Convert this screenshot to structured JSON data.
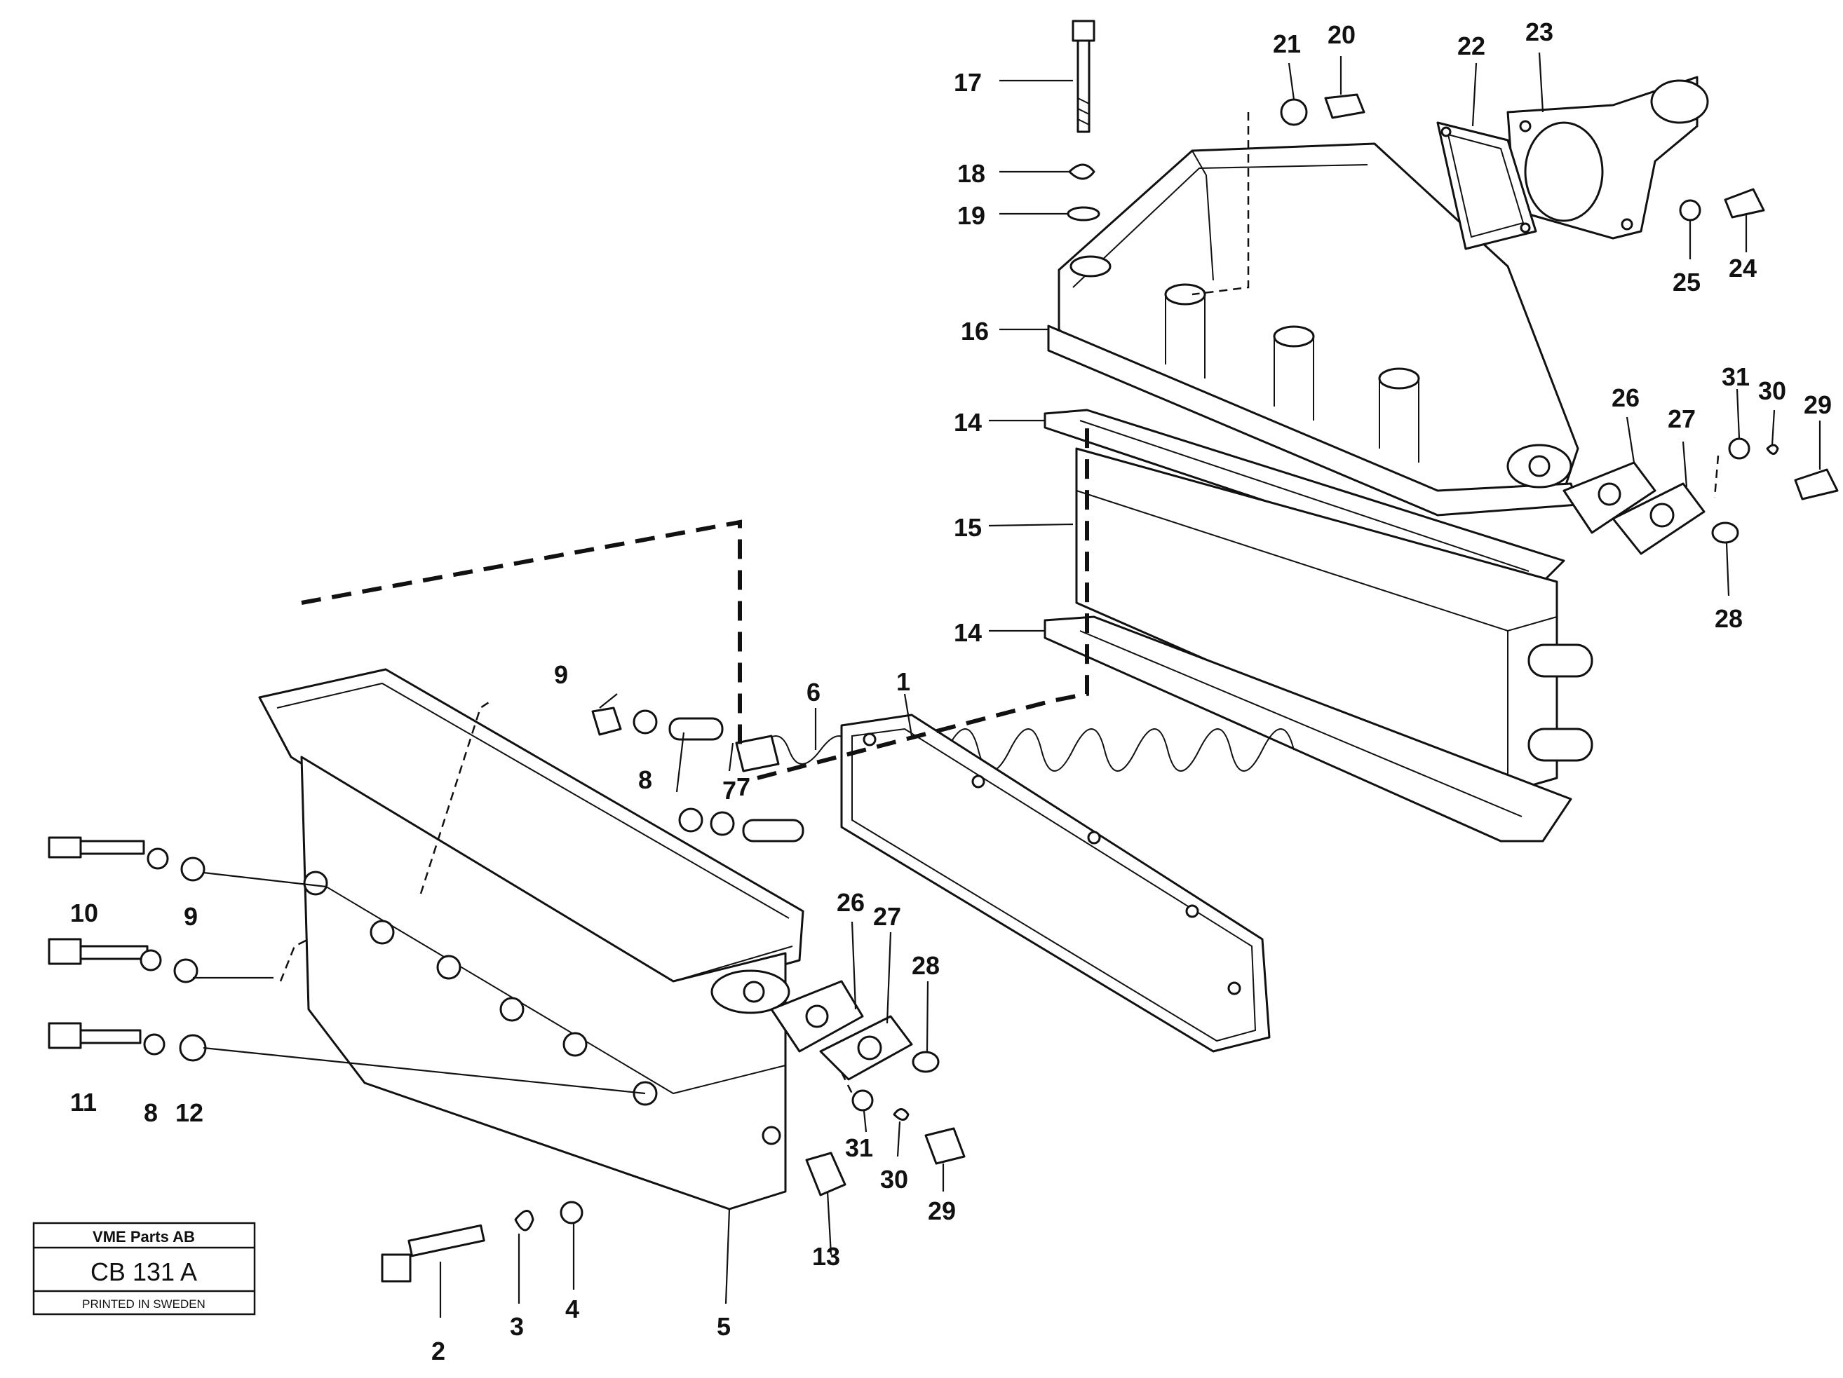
{
  "title_block": {
    "company": "VME Parts AB",
    "drawing_code": "CB 131 A",
    "printed": "PRINTED IN SWEDEN"
  },
  "callouts": [
    "1",
    "2",
    "3",
    "4",
    "5",
    "6",
    "7",
    "7",
    "8",
    "8",
    "9",
    "9",
    "10",
    "11",
    "12",
    "13",
    "14",
    "14",
    "15",
    "16",
    "17",
    "18",
    "19",
    "20",
    "21",
    "22",
    "23",
    "24",
    "25",
    "26",
    "26",
    "27",
    "27",
    "28",
    "28",
    "29",
    "29",
    "30",
    "30",
    "31",
    "31"
  ]
}
